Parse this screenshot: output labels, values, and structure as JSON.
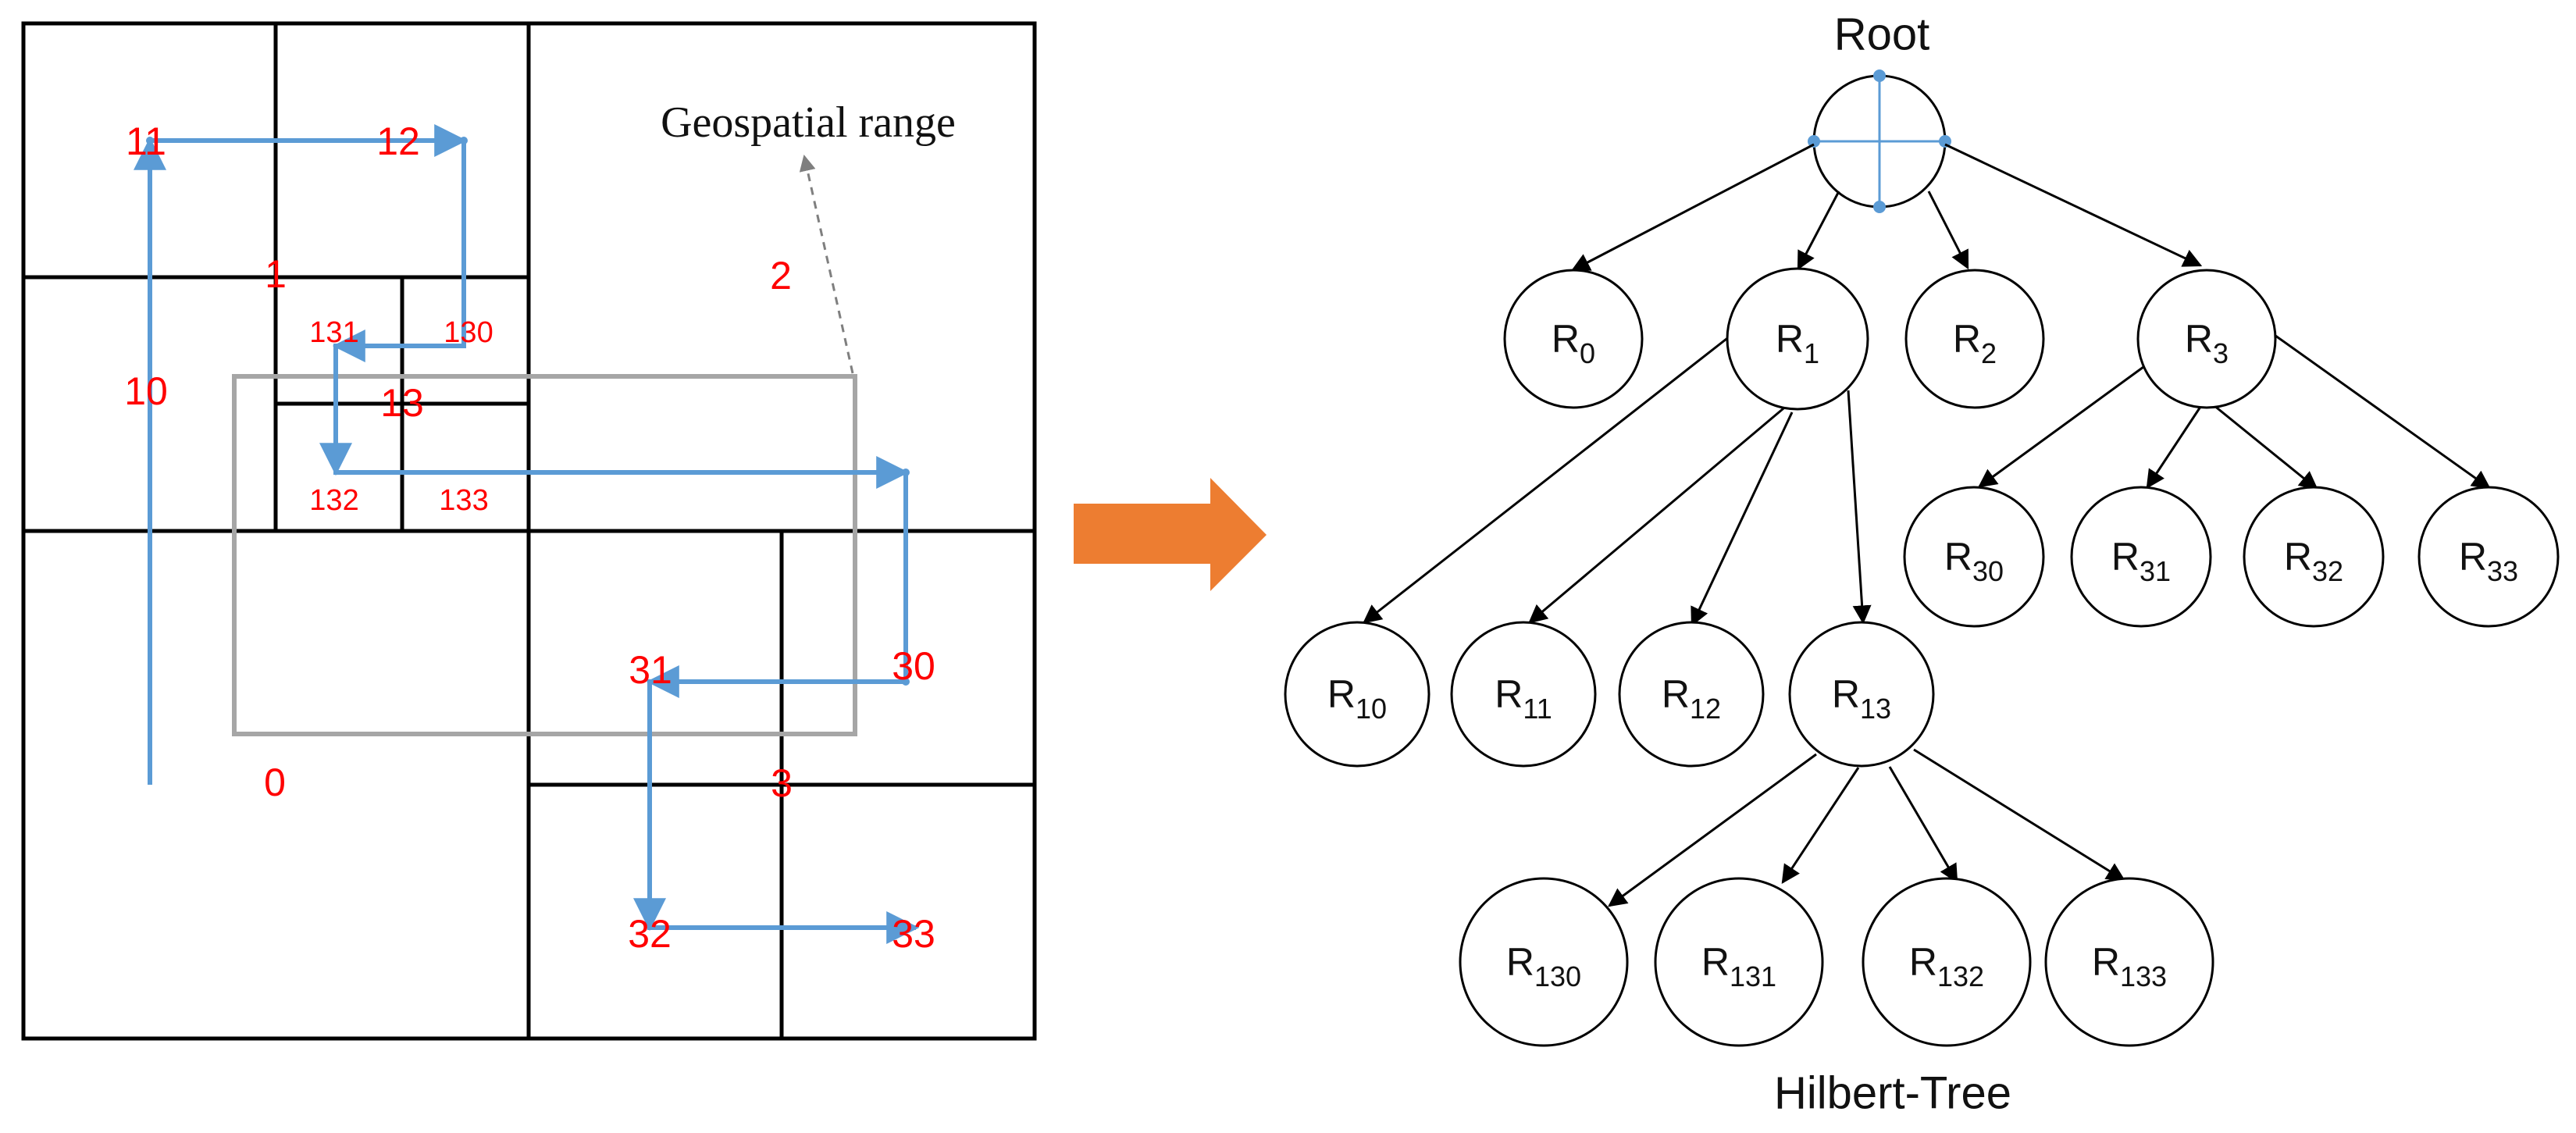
{
  "quadrant_grid": {
    "cell_labels": {
      "c0": "0",
      "c1": "1",
      "c2": "2",
      "c3": "3",
      "c10": "10",
      "c11": "11",
      "c12": "12",
      "c13": "13",
      "c130": "130",
      "c131": "131",
      "c132": "132",
      "c133": "133",
      "c30": "30",
      "c31": "31",
      "c32": "32",
      "c33": "33"
    },
    "range_label": "Geospatial range",
    "colors": {
      "label": "#ff0000",
      "curve": "#5b9bd5",
      "range_box": "#a6a6a6",
      "grid": "#000000"
    }
  },
  "arrow_color": "#ed7d31",
  "tree": {
    "root_label": "Root",
    "caption": "Hilbert-Tree",
    "nodes": {
      "r0": {
        "base": "R",
        "sub": "0"
      },
      "r1": {
        "base": "R",
        "sub": "1"
      },
      "r2": {
        "base": "R",
        "sub": "2"
      },
      "r3": {
        "base": "R",
        "sub": "3"
      },
      "r10": {
        "base": "R",
        "sub": "10"
      },
      "r11": {
        "base": "R",
        "sub": "11"
      },
      "r12": {
        "base": "R",
        "sub": "12"
      },
      "r13": {
        "base": "R",
        "sub": "13"
      },
      "r30": {
        "base": "R",
        "sub": "30"
      },
      "r31": {
        "base": "R",
        "sub": "31"
      },
      "r32": {
        "base": "R",
        "sub": "32"
      },
      "r33": {
        "base": "R",
        "sub": "33"
      },
      "r130": {
        "base": "R",
        "sub": "130"
      },
      "r131": {
        "base": "R",
        "sub": "131"
      },
      "r132": {
        "base": "R",
        "sub": "132"
      },
      "r133": {
        "base": "R",
        "sub": "133"
      }
    }
  }
}
